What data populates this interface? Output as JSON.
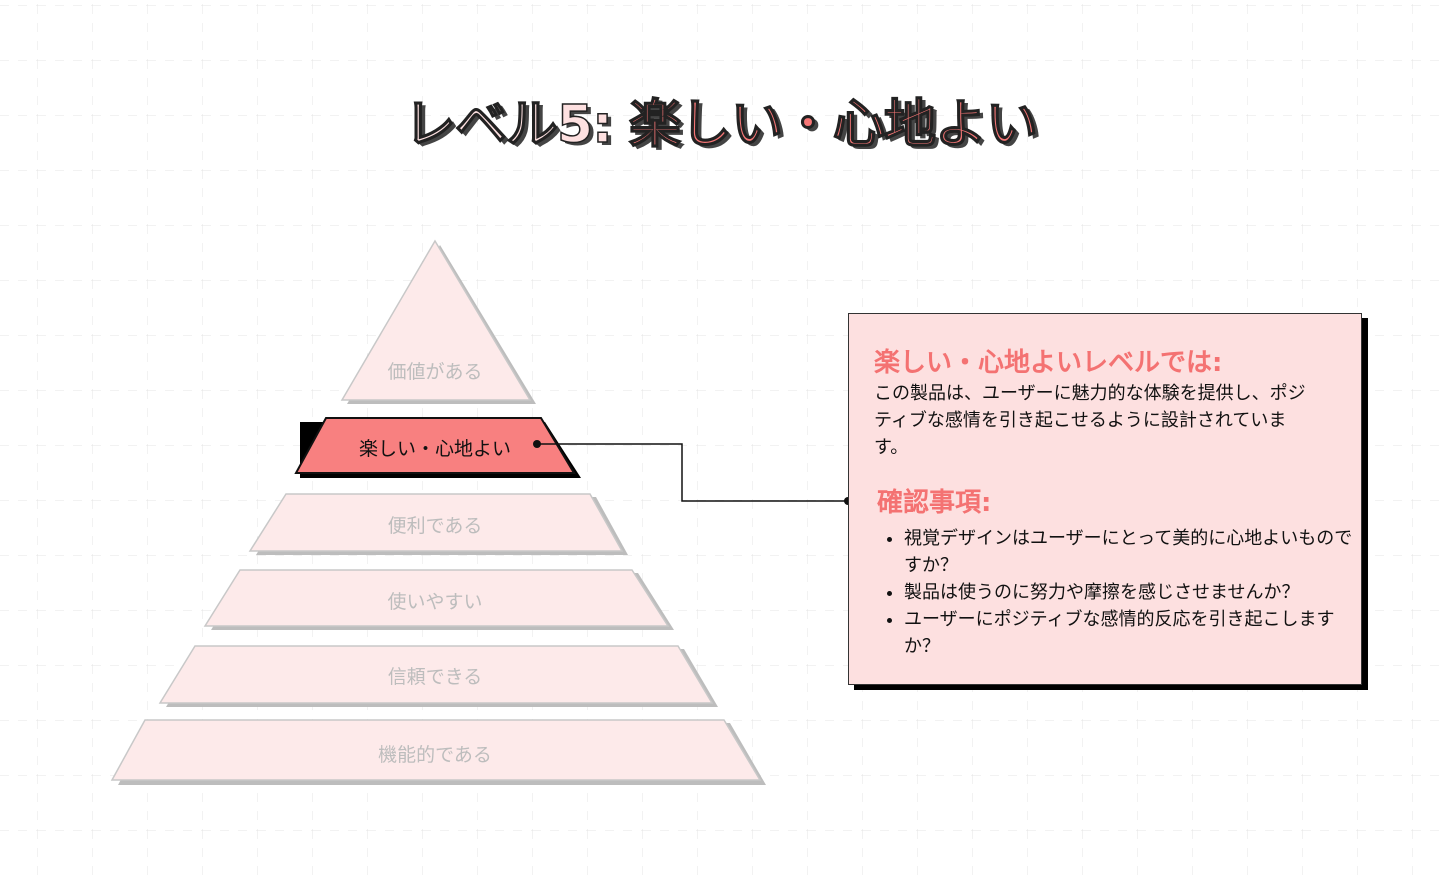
{
  "title": {
    "prefix": "レベル5:",
    "main": "楽しい・心地よい"
  },
  "pyramid": {
    "levels": [
      {
        "label": "価値がある",
        "active": false
      },
      {
        "label": "楽しい・心地よい",
        "active": true
      },
      {
        "label": "便利である",
        "active": false
      },
      {
        "label": "使いやすい",
        "active": false
      },
      {
        "label": "信頼できる",
        "active": false
      },
      {
        "label": "機能的である",
        "active": false
      }
    ]
  },
  "panel": {
    "heading": "楽しい・心地よいレベルでは:",
    "description": "この製品は、ユーザーに魅力的な体験を提供し、ポジティブな感情を引き起こせるように設計されています。",
    "checklist_heading": "確認事項:",
    "checklist": [
      "視覚デザインはユーザーにとって美的に心地よいものですか？",
      "製品は使うのに努力や摩擦を感じさせませんか？",
      "ユーザーにポジティブな感情的反応を引き起こしますか？"
    ]
  },
  "colors": {
    "accent": "#f47272",
    "active_fill": "#f88080",
    "inactive_fill": "#fdeaea",
    "panel_bg": "#fde0e0"
  }
}
